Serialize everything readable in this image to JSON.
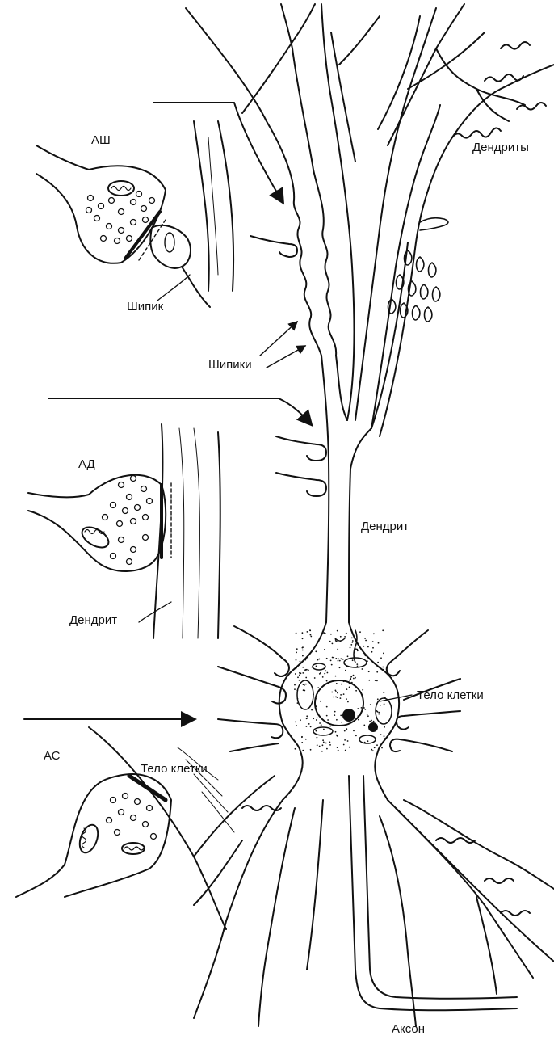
{
  "labels": {
    "ash": "АШ",
    "ad": "АД",
    "as": "АС",
    "spine": "Шипик",
    "spines": "Шипики",
    "dendrites": "Дендриты",
    "dendrite_main": "Дендрит",
    "dendrite_inset": "Дендрит",
    "cell_body_right": "Тело клетки",
    "cell_body_inset": "Тело клетки",
    "axon": "Аксон"
  },
  "colors": {
    "line": "#111111",
    "background": "#ffffff"
  }
}
